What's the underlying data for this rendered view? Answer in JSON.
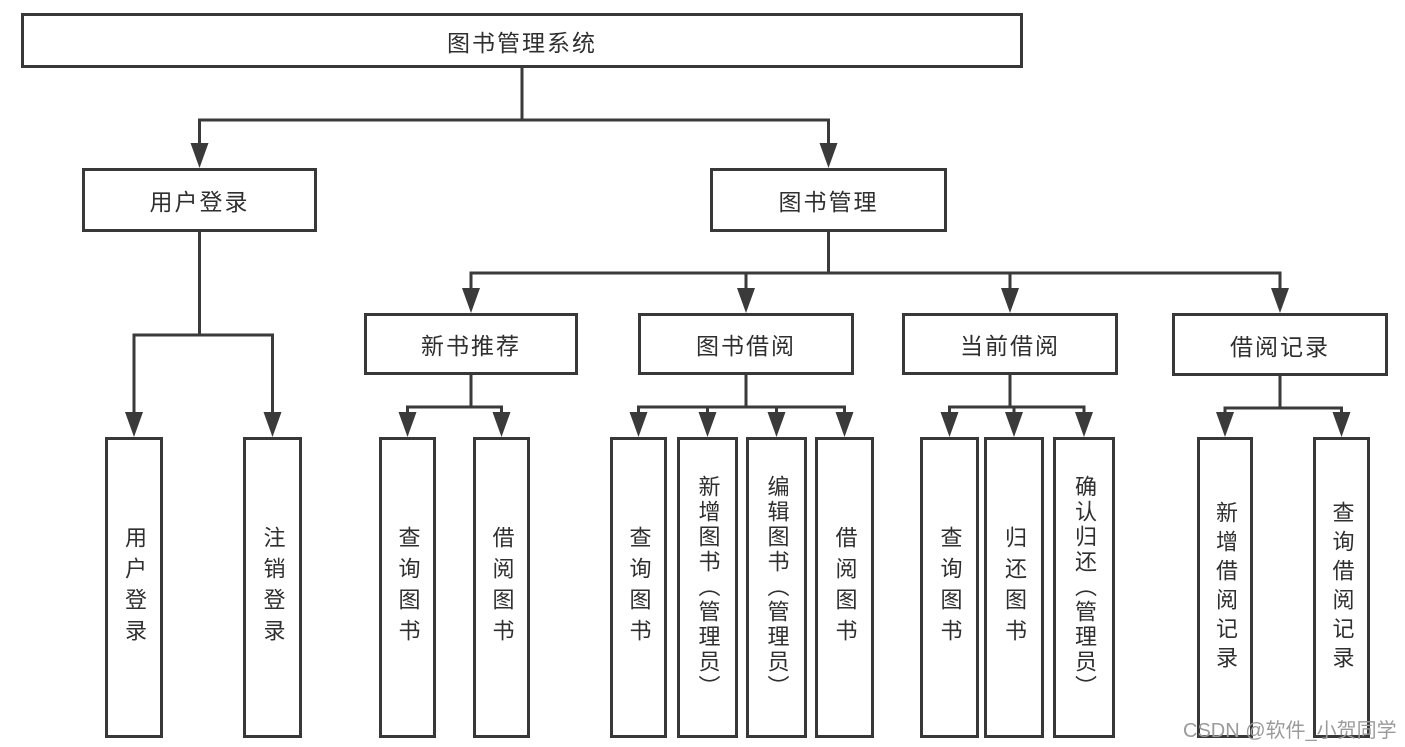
{
  "diagram": {
    "title": "图书管理系统",
    "type": "functional-structure-tree",
    "colors": {
      "line": "#3a3a3a",
      "border": "#383838",
      "text": "#2f2f2f",
      "box_background": "#ffffff",
      "watermark": "#9b9b9b"
    },
    "watermark": "CSDN @软件_小贺同学",
    "nodes": {
      "root": {
        "label": "图书管理系统"
      },
      "level2": [
        {
          "label": "用户登录"
        },
        {
          "label": "图书管理"
        }
      ],
      "level3": [
        {
          "label": "新书推荐"
        },
        {
          "label": "图书借阅"
        },
        {
          "label": "当前借阅"
        },
        {
          "label": "借阅记录"
        }
      ],
      "leaves": [
        {
          "label": "用户登录"
        },
        {
          "label": "注销登录"
        },
        {
          "label": "查询图书"
        },
        {
          "label": "借阅图书"
        },
        {
          "label": "查询图书"
        },
        {
          "label": "新增图书（管理员）"
        },
        {
          "label": "编辑图书（管理员）"
        },
        {
          "label": "借阅图书"
        },
        {
          "label": "查询图书"
        },
        {
          "label": "归还图书"
        },
        {
          "label": "确认归还（管理员）"
        },
        {
          "label": "新增借阅记录"
        },
        {
          "label": "查询借阅记录"
        }
      ]
    },
    "tree": {
      "图书管理系统": {
        "用户登录": [
          "用户登录",
          "注销登录"
        ],
        "图书管理": {
          "新书推荐": [
            "查询图书",
            "借阅图书"
          ],
          "图书借阅": [
            "查询图书",
            "新增图书（管理员）",
            "编辑图书（管理员）",
            "借阅图书"
          ],
          "当前借阅": [
            "查询图书",
            "归还图书",
            "确认归还（管理员）"
          ],
          "借阅记录": [
            "新增借阅记录",
            "查询借阅记录"
          ]
        }
      }
    }
  }
}
